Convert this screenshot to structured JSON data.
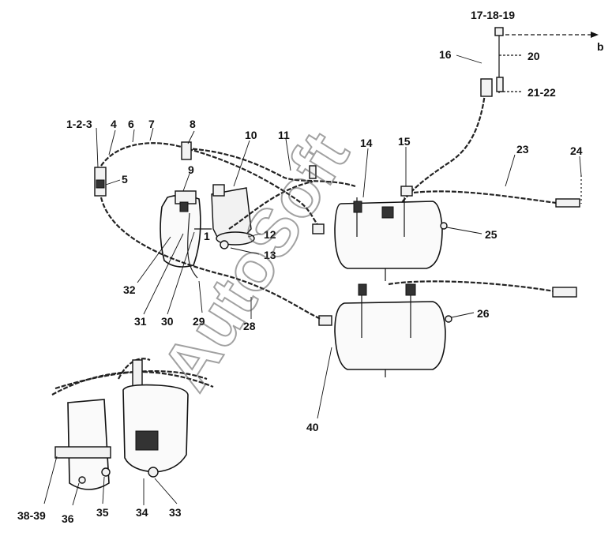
{
  "watermark": "AutoSoft",
  "labels": {
    "l1_2_3": "1-2-3",
    "l4": "4",
    "l5": "5",
    "l6": "6",
    "l7": "7",
    "l8": "8",
    "l9": "9",
    "l10": "10",
    "l11": "11",
    "l12": "12",
    "l13": "13",
    "l14": "14",
    "l15": "15",
    "l16": "16",
    "l17_18_19": "17-18-19",
    "l20": "20",
    "l21_22": "21-22",
    "l23": "23",
    "l24": "24",
    "l25": "25",
    "l26": "26",
    "l28": "28",
    "l29": "29",
    "l30": "30",
    "l31": "31",
    "l32": "32",
    "l33": "33",
    "l34": "34",
    "l35": "35",
    "l36": "36",
    "l38_39": "38-39",
    "l40": "40",
    "small_1": "1",
    "small_b": "b"
  }
}
